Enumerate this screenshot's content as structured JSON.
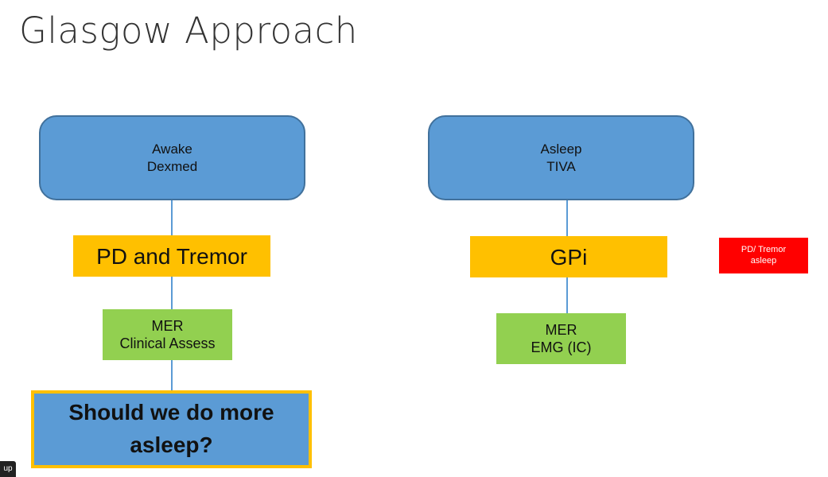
{
  "title": "Glasgow Approach",
  "left_branch": {
    "top_box": {
      "line1": "Awake",
      "line2": "Dexmed"
    },
    "target_box": "PD and Tremor",
    "method_box": {
      "line1": "MER",
      "line2": "Clinical Assess"
    },
    "question_box": {
      "line1": "Should we do more",
      "line2": "asleep?"
    }
  },
  "right_branch": {
    "top_box": {
      "line1": "Asleep",
      "line2": "TIVA"
    },
    "target_box": "GPi",
    "method_box": {
      "line1": "MER",
      "line2": "EMG (IC)"
    }
  },
  "side_note": {
    "line1": "PD/ Tremor",
    "line2": "asleep"
  },
  "corner_tab": "up",
  "colors": {
    "blue": "#5b9bd5",
    "orange": "#ffc000",
    "green": "#92d050",
    "red": "#ff0000"
  }
}
